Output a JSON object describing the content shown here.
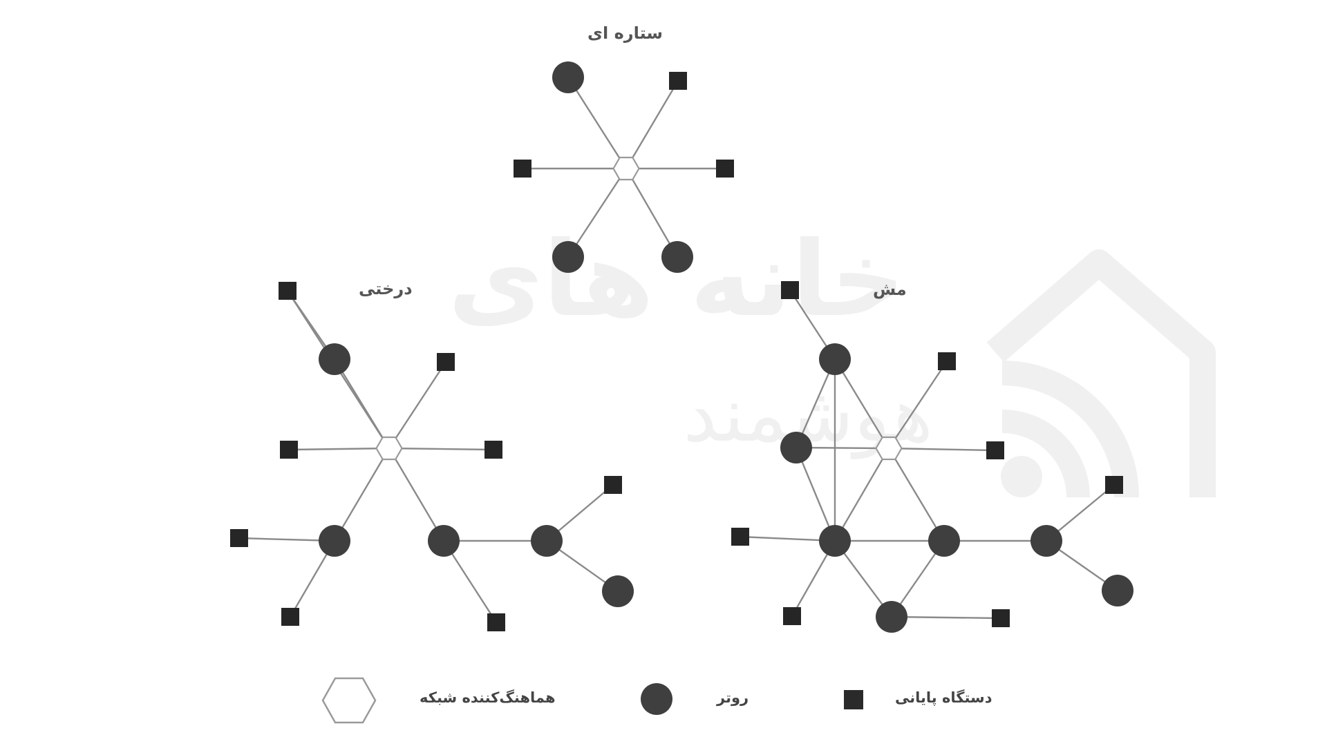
{
  "watermark": {
    "line1": "خانه های",
    "line2": "هوشمند"
  },
  "diagrams": {
    "star": {
      "title": "ستاره ای"
    },
    "tree": {
      "title": "درختی"
    },
    "mesh": {
      "title": "مش"
    }
  },
  "legend": {
    "coordinator": "هماهنگ‌کننده شبکه",
    "router": "روتر",
    "end_device": "دستگاه پایانی"
  },
  "colors": {
    "node_fill": "#3f3f3f",
    "edge": "#8a8a8a",
    "coordinator_stroke": "#9a9a9a",
    "watermark": "#f0f0f0"
  },
  "icons": {
    "coordinator": "hexagon-outline",
    "router": "filled-circle",
    "end_device": "filled-square"
  }
}
